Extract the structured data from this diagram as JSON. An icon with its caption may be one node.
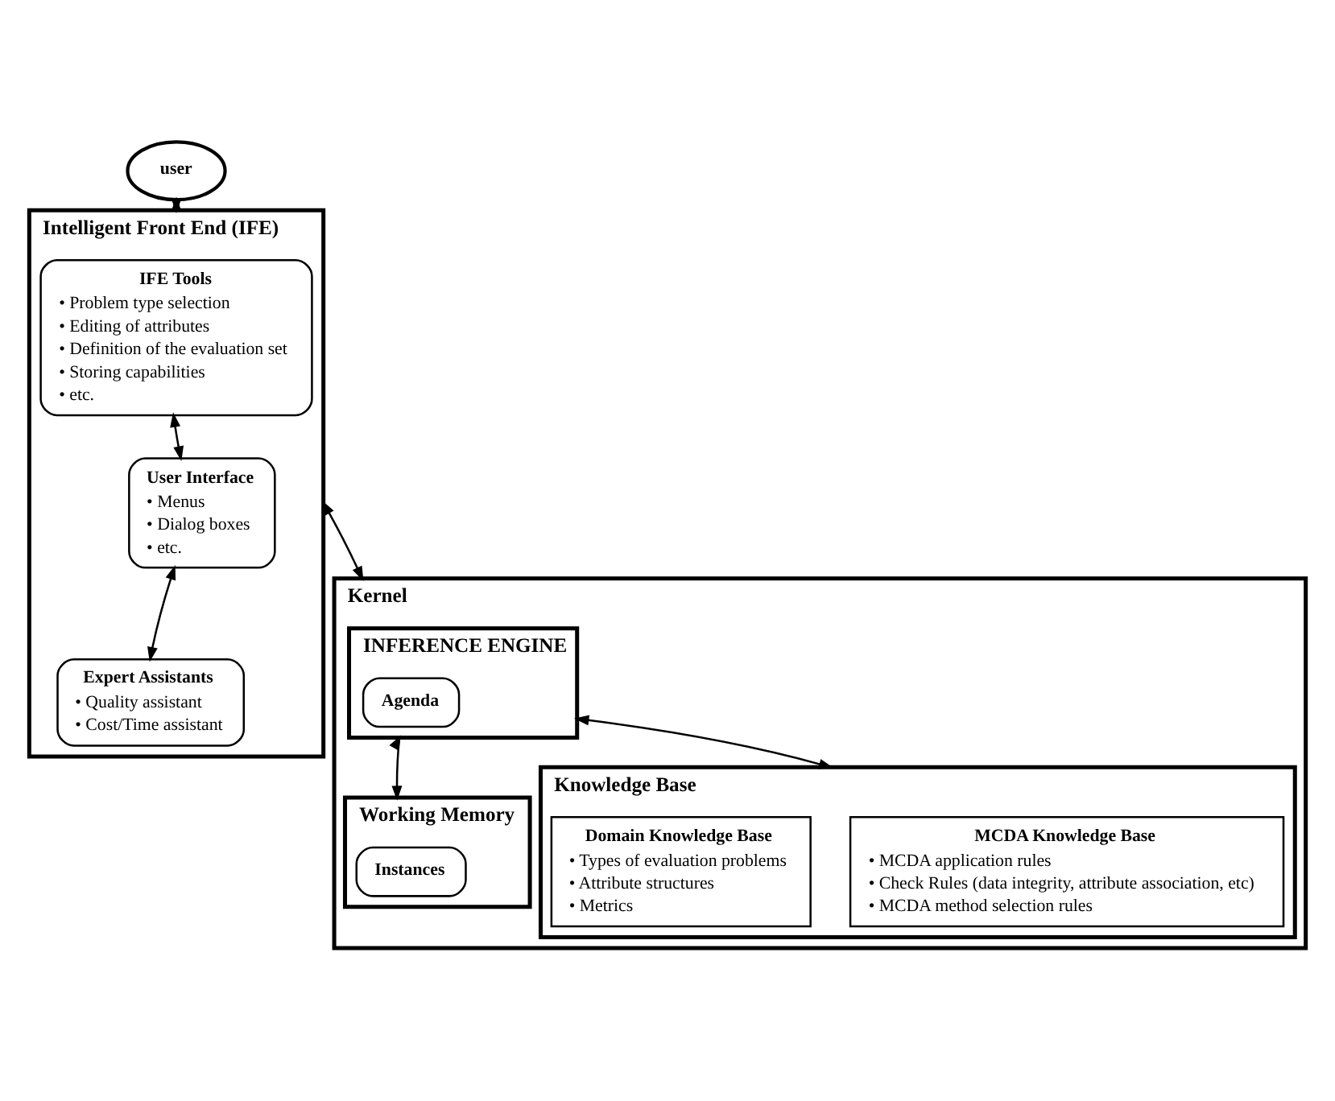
{
  "diagram": {
    "nodes": [
      {
        "text": [
          "user"
        ]
      },
      {
        "text": [
          "Intelligent Front End (IFE)"
        ]
      },
      {
        "text": [
          "IFE Tools",
          "• Problem type selection",
          "• Editing of attributes",
          "• Definition of the evaluation set",
          "• Storing capabilities",
          "• etc."
        ],
        "in": 1
      },
      {
        "text": [
          "User Interface",
          "• Menus",
          "• Dialog boxes",
          "• etc."
        ],
        "in": 1
      },
      {
        "text": [
          "Expert Assistants",
          "• Quality assistant",
          "• Cost/Time assistant"
        ],
        "in": 1
      },
      {
        "text": [
          "Kernel"
        ]
      },
      {
        "text": [
          "INFERENCE ENGINE"
        ],
        "in": 5
      },
      {
        "text": [
          "Agenda"
        ],
        "in": 6
      },
      {
        "text": [
          "Working Memory"
        ],
        "in": 5
      },
      {
        "text": [
          "Instances"
        ],
        "in": 8
      },
      {
        "text": [
          "Knowledge Base"
        ],
        "in": 5
      },
      {
        "text": [
          "MCDA Knowledge Base",
          "• MCDA application rules",
          "• Check Rules (data integrity, attribute association, etc)",
          "• MCDA method selection rules"
        ],
        "in": 10
      },
      {
        "text": [
          "Domain Knowledge Base",
          "• Types of evaluation problems",
          "• Attribute structures",
          "• Metrics"
        ],
        "in": 10
      }
    ],
    "edges": [
      {
        "from": 0,
        "to": 1,
        "arrow": "both"
      },
      {
        "from": 2,
        "to": 3,
        "arrow": "both"
      },
      {
        "from": 3,
        "to": 4,
        "arrow": "both"
      },
      {
        "from": 1,
        "to": 5,
        "arrow": "both"
      },
      {
        "from": 6,
        "to": 8,
        "arrow": "both"
      },
      {
        "from": 6,
        "to": 10,
        "arrow": "both"
      }
    ]
  }
}
